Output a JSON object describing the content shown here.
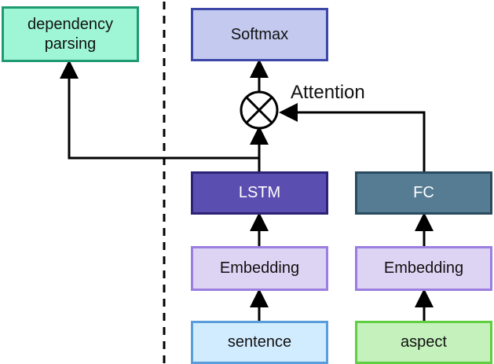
{
  "nodes": {
    "dependency_parsing": "dependency\nparsing",
    "softmax": "Softmax",
    "lstm": "LSTM",
    "fc": "FC",
    "embedding_sentence": "Embedding",
    "embedding_aspect": "Embedding",
    "sentence": "sentence",
    "aspect": "aspect"
  },
  "edge_labels": {
    "attention": "Attention"
  },
  "colors": {
    "dependency_parsing_fill": "#9ef6d7",
    "softmax_fill": "#c4caef",
    "lstm_fill": "#5a4fb0",
    "fc_fill": "#557c92",
    "embedding_fill": "#ddd4f4",
    "sentence_fill": "#d2ecff",
    "aspect_fill": "#c4f1bc"
  },
  "symbols": {
    "attention_operator": "circled-times-icon",
    "separator": "dashed-vertical-line"
  }
}
